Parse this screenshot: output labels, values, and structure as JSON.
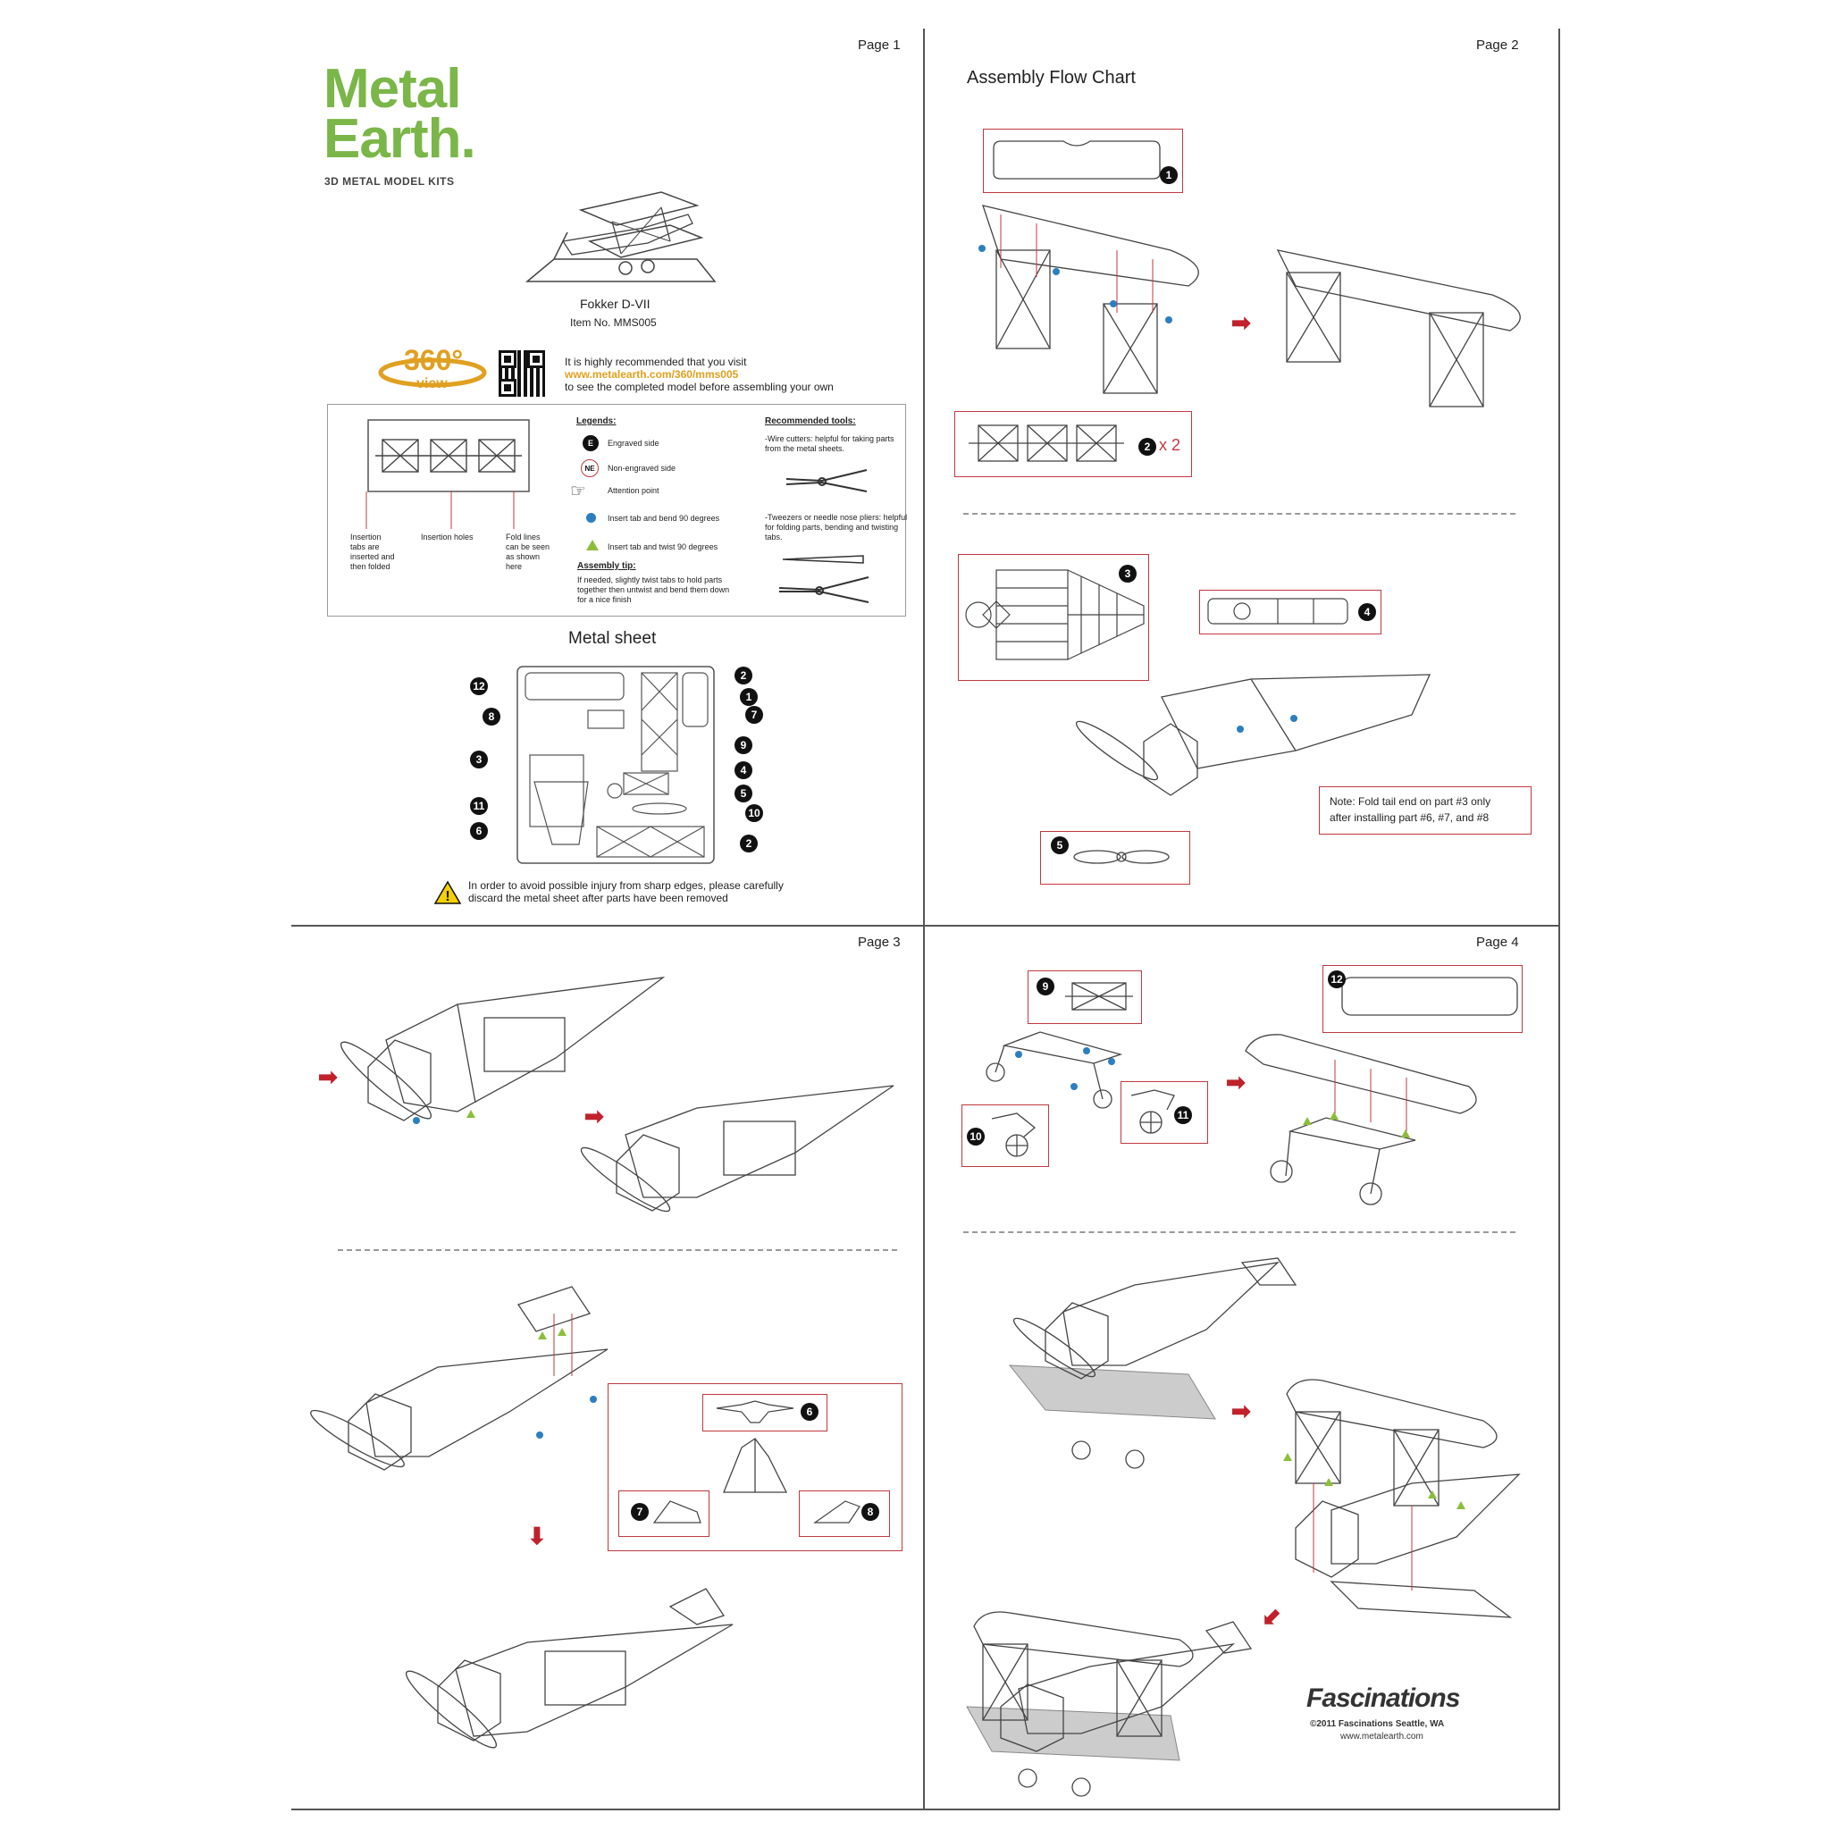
{
  "pages": {
    "p1": "Page 1",
    "p2": "Page 2",
    "p3": "Page 3",
    "p4": "Page 4"
  },
  "brand": {
    "logo_line1": "Metal",
    "logo_line2": "Earth.",
    "tagline": "3D METAL MODEL KITS"
  },
  "model": {
    "name": "Fokker D-VII",
    "item": "Item  No.  MMS005"
  },
  "view360": {
    "badge_num": "360°",
    "badge_word": "view",
    "line1": "It is highly recommended that you visit",
    "url": "www.metalearth.com/360/mms005",
    "line3": "to see the completed model before assembling your own"
  },
  "diagram_labels": {
    "insertion_tabs": "Insertion tabs are inserted and then folded",
    "insertion_holes": "Insertion holes",
    "fold_lines": "Fold lines can be seen as shown here"
  },
  "legends": {
    "title": "Legends:",
    "engraved_mark": "E",
    "engraved": "Engraved side",
    "non_engraved_mark": "NE",
    "non_engraved": "Non-engraved side",
    "attention": "Attention point",
    "insert_bend": "Insert tab and bend 90 degrees",
    "insert_twist": "Insert tab and twist 90 degrees",
    "tip_title": "Assembly tip:",
    "tip_text": "If needed, slightly twist tabs to hold parts together then untwist and bend them down for a nice finish"
  },
  "tools": {
    "title": "Recommended tools:",
    "wire": "-Wire cutters: helpful for taking parts from the metal sheets.",
    "tweezers": "-Tweezers or needle nose pliers: helpful for folding parts, bending and twisting tabs."
  },
  "metal_sheet": {
    "title": "Metal sheet",
    "left_nums": [
      "12",
      "8",
      "3",
      "11",
      "6"
    ],
    "right_nums": [
      "2",
      "1",
      "7",
      "9",
      "4",
      "5",
      "10",
      "2"
    ]
  },
  "warning": {
    "line1": "In order to avoid possible injury from sharp edges, please carefully",
    "line2": "discard the metal sheet after parts have been removed"
  },
  "page2": {
    "title": "Assembly Flow Chart",
    "step1": "1",
    "step2": "2",
    "step2_mult": "x 2",
    "step3": "3",
    "step4": "4",
    "step5": "5",
    "note_line1": "Note: Fold tail end on part #3 only",
    "note_line2": "after installing part #6, #7, and #8"
  },
  "page3": {
    "step6": "6",
    "step7": "7",
    "step8": "8"
  },
  "page4": {
    "step9": "9",
    "step10": "10",
    "step11": "11",
    "step12": "12",
    "company": "Fascinations",
    "copyright": "©2011 Fascinations Seattle, WA",
    "site": "www.metalearth.com"
  },
  "colors": {
    "green": "#7ab648",
    "red": "#c0393f",
    "blue": "#2b7fc0",
    "orange": "#e0a020"
  }
}
